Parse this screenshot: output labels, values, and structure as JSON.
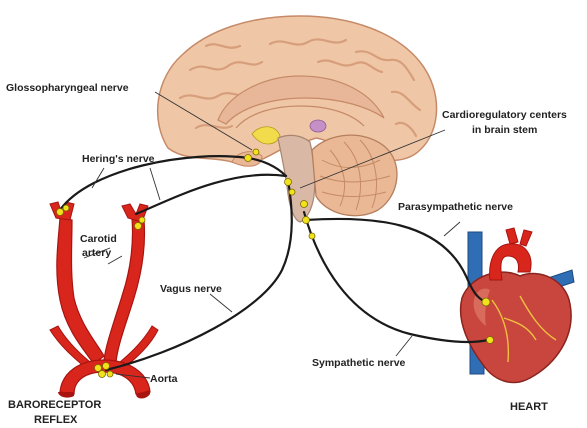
{
  "labels": {
    "glossopharyngeal": "Glossopharyngeal nerve",
    "herings": "Hering's nerve",
    "cardioregulatory_line1": "Cardioregulatory centers",
    "cardioregulatory_line2": "in brain stem",
    "carotid_line1": "Carotid",
    "carotid_line2": "artery",
    "parasympathetic": "Parasympathetic nerve",
    "vagus": "Vagus nerve",
    "heart": "HEART",
    "aorta": "Aorta",
    "sympathetic": "Sympathetic nerve",
    "baroreceptor_line1": "BARORECEPTOR",
    "baroreceptor_line2": "REFLEX"
  },
  "colors": {
    "brain": "#f0c7a6",
    "brain_fold": "#d79e7c",
    "brain_inner": "#e8b79a",
    "cerebellum": "#eab895",
    "brainstem": "#d9b9a5",
    "artery": "#d9261c",
    "artery_dark": "#a81410",
    "vein": "#2f6db5",
    "heart_muscle": "#c8463d",
    "ganglion": "#f2e21c",
    "nerve": "#1a1a1a"
  }
}
